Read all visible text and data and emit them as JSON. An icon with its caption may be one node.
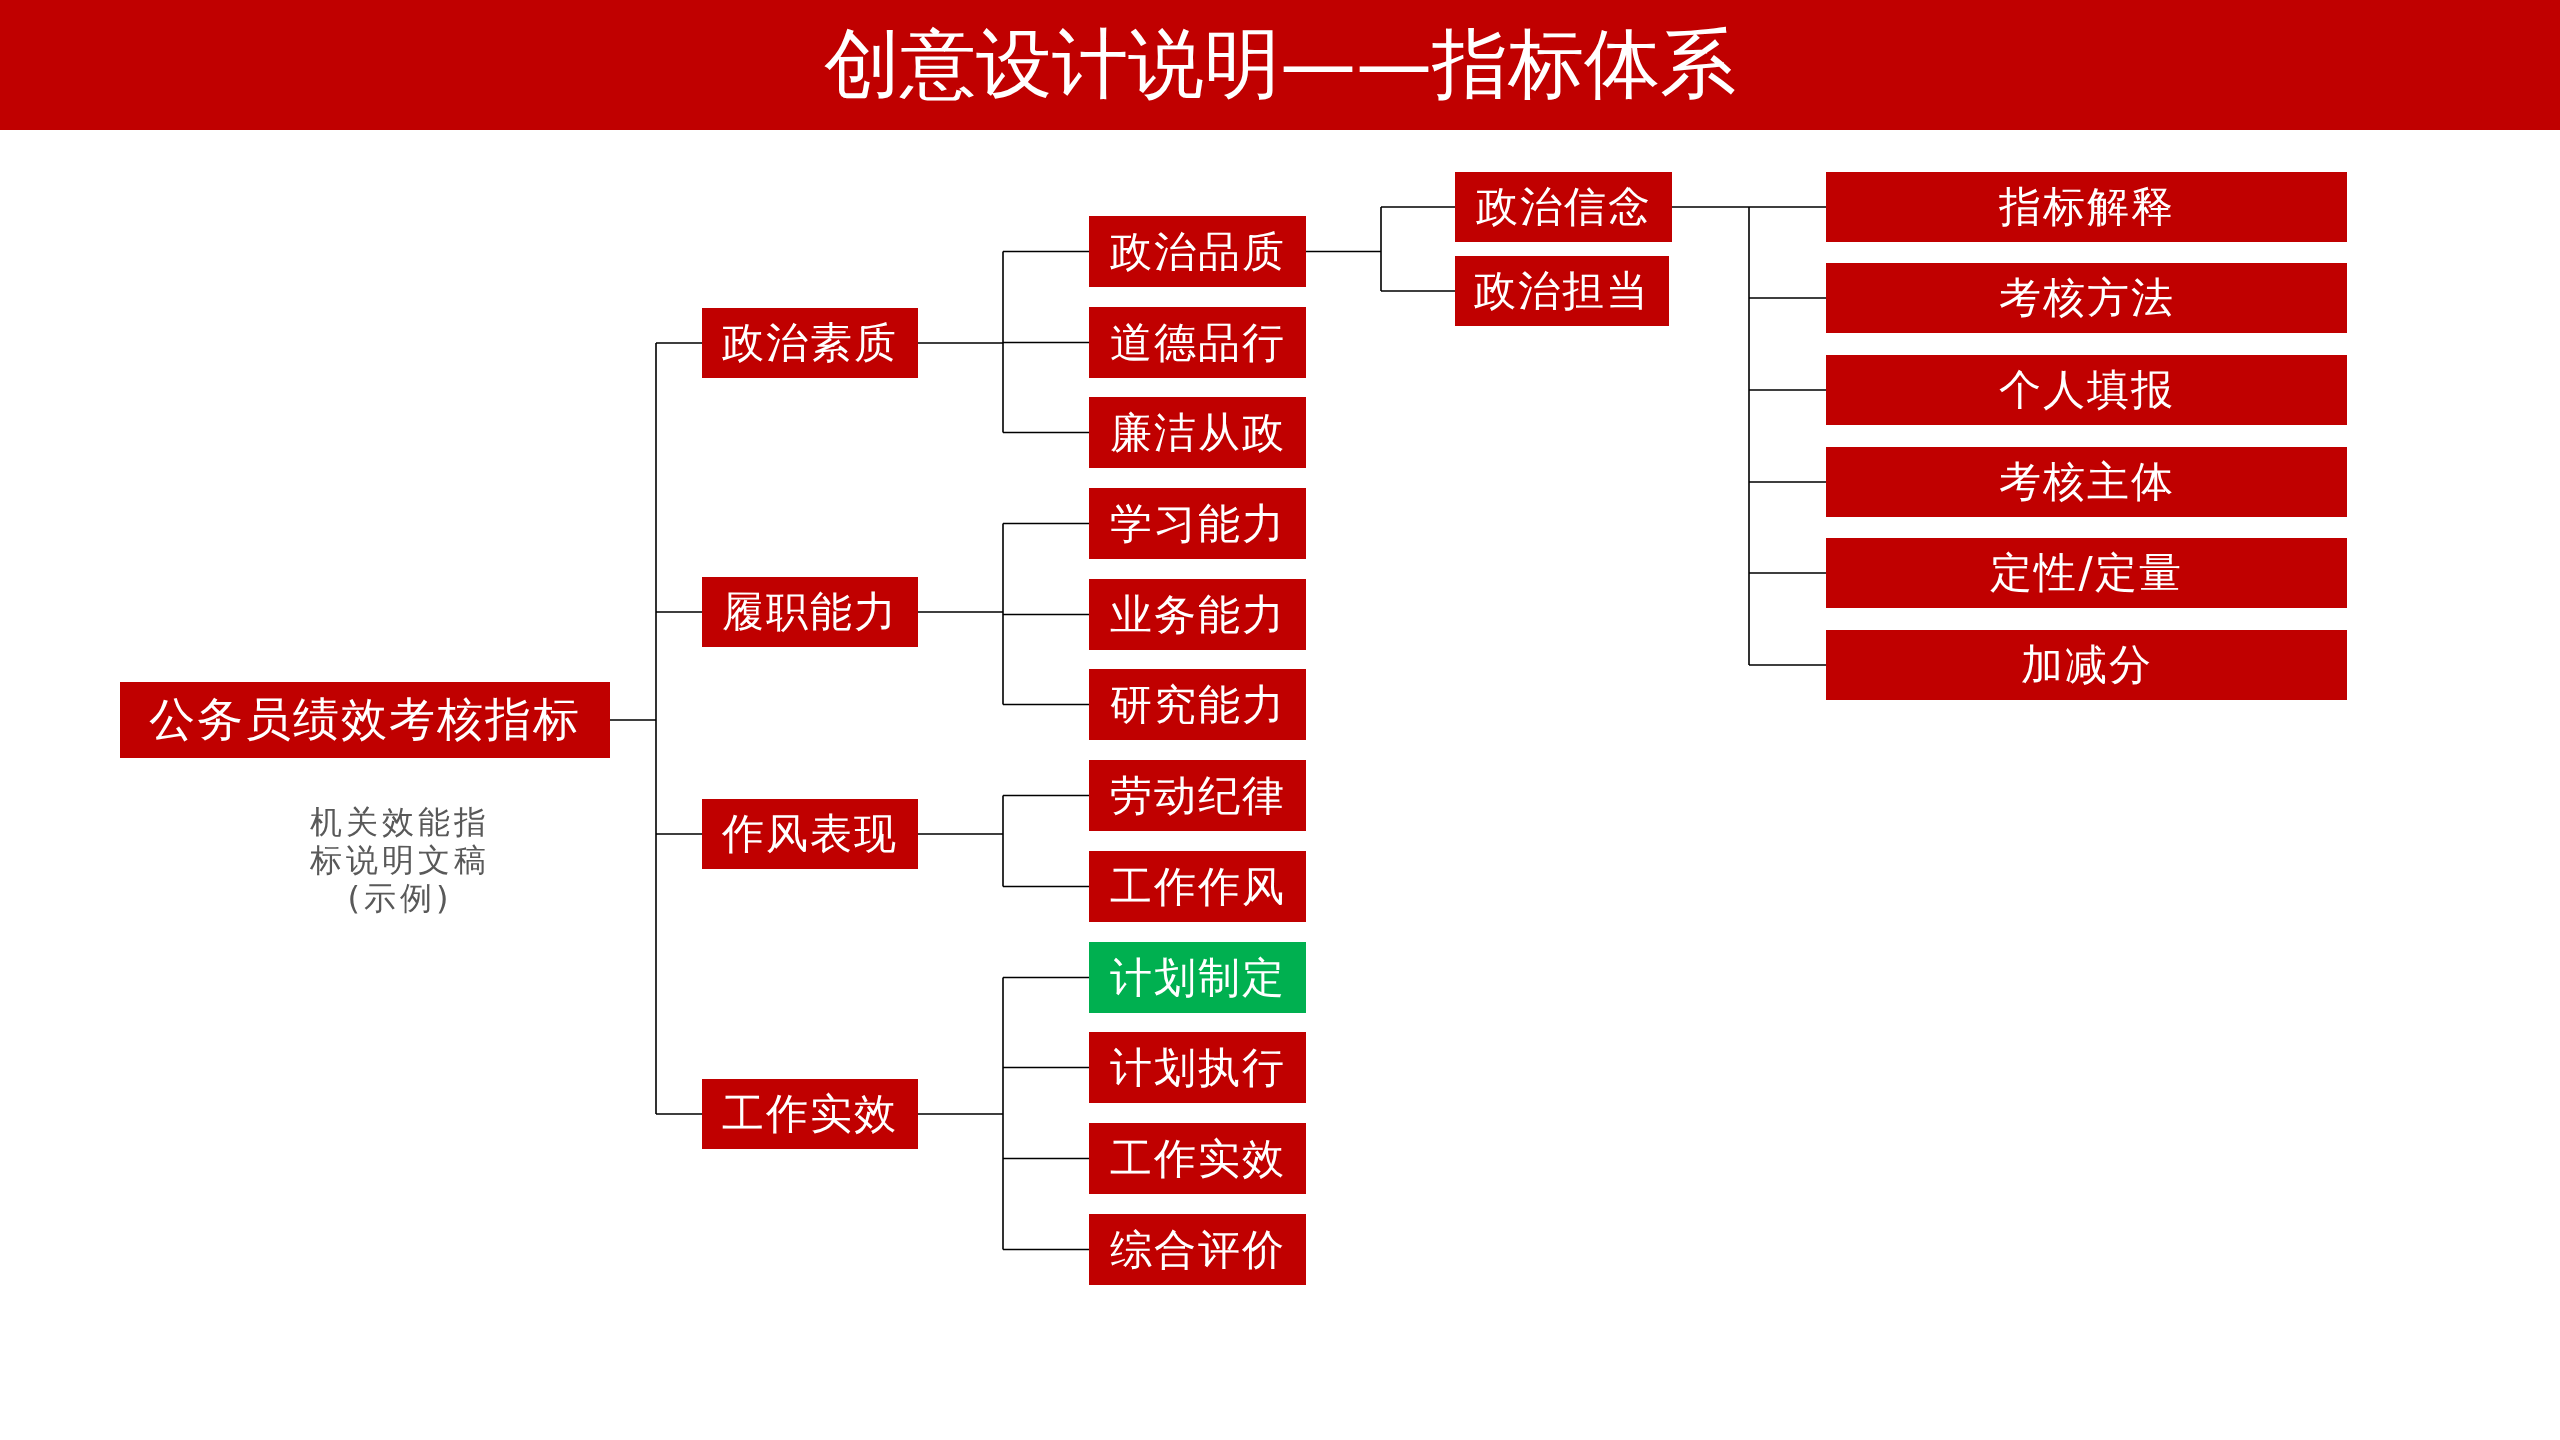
{
  "diagram": {
    "title": "创意设计说明——指标体系",
    "nodes": [
      {
        "text": [
          "公务员绩效考核指标"
        ]
      },
      {
        "text": [
          "政治素质"
        ]
      },
      {
        "text": [
          "履职能力"
        ]
      },
      {
        "text": [
          "作风表现"
        ]
      },
      {
        "text": [
          "工作实效"
        ]
      },
      {
        "text": [
          "政治品质"
        ]
      },
      {
        "text": [
          "道德品行"
        ]
      },
      {
        "text": [
          "廉洁从政"
        ]
      },
      {
        "text": [
          "学习能力"
        ]
      },
      {
        "text": [
          "业务能力"
        ]
      },
      {
        "text": [
          "研究能力"
        ]
      },
      {
        "text": [
          "劳动纪律"
        ]
      },
      {
        "text": [
          "工作作风"
        ]
      },
      {
        "text": [
          "计划制定"
        ]
      },
      {
        "text": [
          "计划执行"
        ]
      },
      {
        "text": [
          "工作实效"
        ]
      },
      {
        "text": [
          "综合评价"
        ]
      },
      {
        "text": [
          "政治信念"
        ]
      },
      {
        "text": [
          "政治担当"
        ]
      },
      {
        "text": [
          "指标解释"
        ]
      },
      {
        "text": [
          "考核方法"
        ]
      },
      {
        "text": [
          "个人填报"
        ]
      },
      {
        "text": [
          "考核主体"
        ]
      },
      {
        "text": [
          "定性/定量"
        ]
      },
      {
        "text": [
          "加减分"
        ]
      }
    ],
    "edges": [
      {
        "from": 0,
        "to": 1,
        "arrow": "none"
      },
      {
        "from": 0,
        "to": 2,
        "arrow": "none"
      },
      {
        "from": 0,
        "to": 3,
        "arrow": "none"
      },
      {
        "from": 0,
        "to": 4,
        "arrow": "none"
      },
      {
        "from": 1,
        "to": 5,
        "arrow": "none"
      },
      {
        "from": 1,
        "to": 6,
        "arrow": "none"
      },
      {
        "from": 1,
        "to": 7,
        "arrow": "none"
      },
      {
        "from": 2,
        "to": 8,
        "arrow": "none"
      },
      {
        "from": 2,
        "to": 9,
        "arrow": "none"
      },
      {
        "from": 2,
        "to": 10,
        "arrow": "none"
      },
      {
        "from": 3,
        "to": 11,
        "arrow": "none"
      },
      {
        "from": 3,
        "to": 12,
        "arrow": "none"
      },
      {
        "from": 4,
        "to": 13,
        "arrow": "none"
      },
      {
        "from": 4,
        "to": 14,
        "arrow": "none"
      },
      {
        "from": 4,
        "to": 15,
        "arrow": "none"
      },
      {
        "from": 4,
        "to": 16,
        "arrow": "none"
      },
      {
        "from": 5,
        "to": 17,
        "arrow": "none"
      },
      {
        "from": 5,
        "to": 18,
        "arrow": "none"
      },
      {
        "from": 17,
        "to": 19,
        "arrow": "none"
      },
      {
        "from": 17,
        "to": 20,
        "arrow": "none"
      },
      {
        "from": 17,
        "to": 21,
        "arrow": "none"
      },
      {
        "from": 17,
        "to": 22,
        "arrow": "none"
      },
      {
        "from": 17,
        "to": 23,
        "arrow": "none"
      },
      {
        "from": 17,
        "to": 24,
        "arrow": "none"
      }
    ],
    "labels": [
      "机关效能指标说明文稿(示例)"
    ]
  }
}
